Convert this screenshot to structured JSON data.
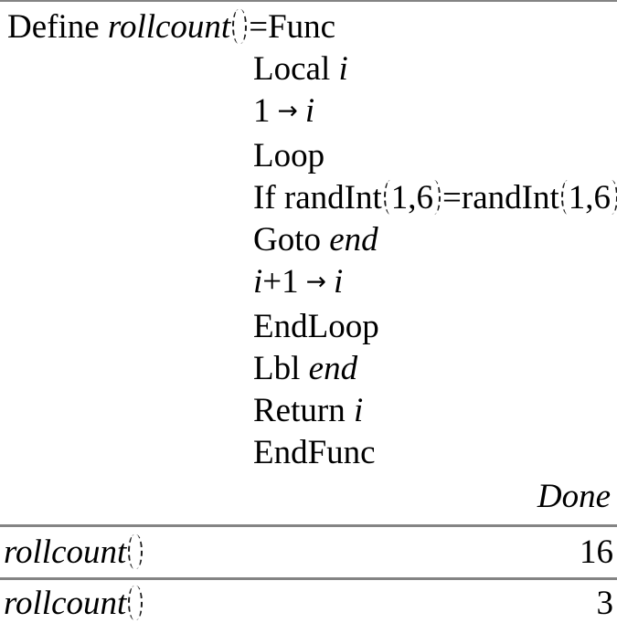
{
  "colors": {
    "background": "#ffffff",
    "text": "#000000",
    "divider": "#848484"
  },
  "program": {
    "lines": [
      [
        {
          "text": "Define ",
          "kind": "keyword"
        },
        {
          "text": "rollcount",
          "kind": "variable"
        },
        {
          "text": "()",
          "kind": "paren"
        },
        {
          "text": "=",
          "kind": "operator"
        },
        {
          "text": "Func",
          "kind": "keyword"
        }
      ],
      [
        {
          "text": "Local ",
          "kind": "keyword"
        },
        {
          "text": "i",
          "kind": "variable"
        }
      ],
      [
        {
          "text": "1",
          "kind": "number"
        },
        {
          "text": "→",
          "kind": "arrow"
        },
        {
          "text": "i",
          "kind": "variable"
        }
      ],
      [
        {
          "text": "Loop",
          "kind": "keyword"
        }
      ],
      [
        {
          "text": "If randInt",
          "kind": "keyword"
        },
        {
          "text": "(",
          "kind": "paren"
        },
        {
          "text": "1,6",
          "kind": "number"
        },
        {
          "text": ")",
          "kind": "paren"
        },
        {
          "text": "=",
          "kind": "operator"
        },
        {
          "text": "randInt",
          "kind": "keyword"
        },
        {
          "text": "(",
          "kind": "paren"
        },
        {
          "text": "1,6",
          "kind": "number"
        },
        {
          "text": ")",
          "kind": "paren"
        }
      ],
      [
        {
          "text": "Goto ",
          "kind": "keyword"
        },
        {
          "text": "end",
          "kind": "variable"
        }
      ],
      [
        {
          "text": "i",
          "kind": "variable"
        },
        {
          "text": "+1",
          "kind": "operator"
        },
        {
          "text": "→",
          "kind": "arrow"
        },
        {
          "text": "i",
          "kind": "variable"
        }
      ],
      [
        {
          "text": "EndLoop",
          "kind": "keyword"
        }
      ],
      [
        {
          "text": "Lbl ",
          "kind": "keyword"
        },
        {
          "text": "end",
          "kind": "variable"
        }
      ],
      [
        {
          "text": "Return ",
          "kind": "keyword"
        },
        {
          "text": "i",
          "kind": "variable"
        }
      ],
      [
        {
          "text": "EndFunc",
          "kind": "keyword"
        }
      ]
    ],
    "result": "Done"
  },
  "history": [
    {
      "expression": [
        {
          "text": "rollcount",
          "kind": "variable"
        },
        {
          "text": "()",
          "kind": "paren"
        }
      ],
      "result": "16"
    },
    {
      "expression": [
        {
          "text": "rollcount",
          "kind": "variable"
        },
        {
          "text": "()",
          "kind": "paren"
        }
      ],
      "result": "3"
    }
  ]
}
